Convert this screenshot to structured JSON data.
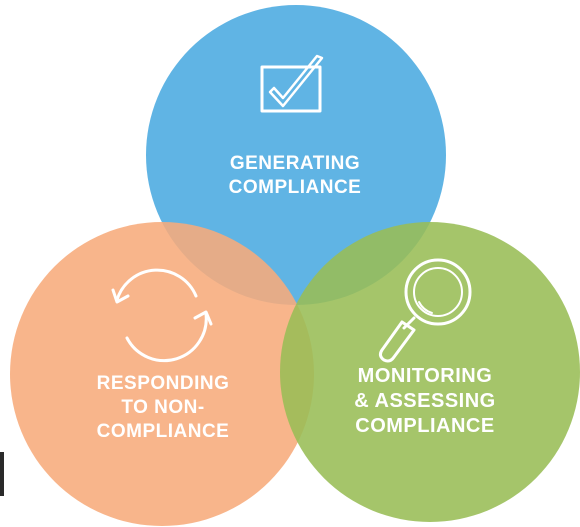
{
  "diagram": {
    "circles": [
      {
        "id": "generating",
        "color": "#5bb2e3",
        "icon": "checkbox-check-icon",
        "lines": [
          "GENERATING",
          "COMPLIANCE"
        ]
      },
      {
        "id": "responding",
        "color": "#f7ab7b",
        "icon": "refresh-cycle-icon",
        "lines": [
          "RESPONDING",
          "TO NON-",
          "COMPLIANCE"
        ]
      },
      {
        "id": "monitoring",
        "color": "#99bd55",
        "icon": "magnifying-glass-icon",
        "lines": [
          "MONITORING",
          "& ASSESSING",
          "COMPLIANCE"
        ]
      }
    ]
  }
}
